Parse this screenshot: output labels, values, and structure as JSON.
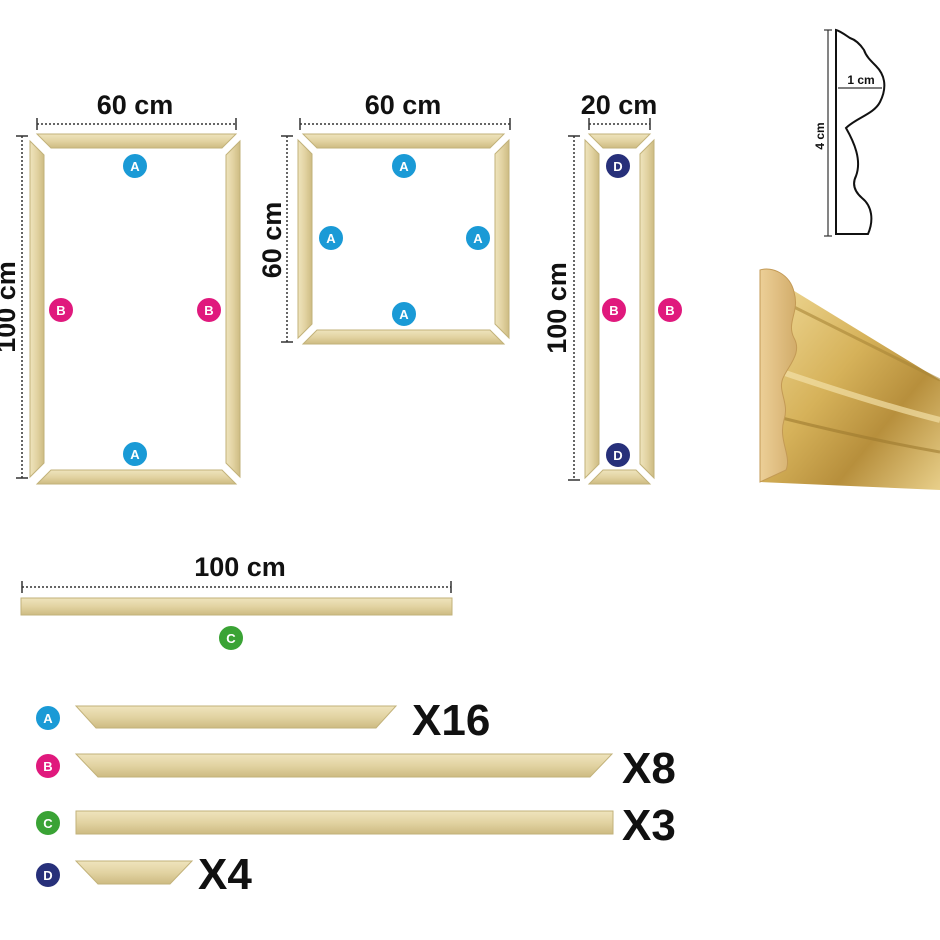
{
  "colors": {
    "A": "#1a9ad6",
    "B": "#e0197d",
    "C": "#3aa335",
    "D": "#27307a",
    "wood": "#e5d8ad",
    "wood_edge": "#c2b27a",
    "dim_line": "#333333"
  },
  "frames": {
    "rect_tall": {
      "width_label": "60 cm",
      "height_label": "100 cm"
    },
    "square": {
      "width_label": "60 cm",
      "height_label": "60 cm"
    },
    "narrow": {
      "width_label": "20 cm",
      "height_label": "100 cm"
    }
  },
  "profile": {
    "width_label": "1 cm",
    "height_label": "4 cm"
  },
  "long_bar": {
    "length_label": "100 cm"
  },
  "badges": {
    "A": "A",
    "B": "B",
    "C": "C",
    "D": "D"
  },
  "pieces": [
    {
      "badge": "A",
      "quantity": "X16"
    },
    {
      "badge": "B",
      "quantity": "X8"
    },
    {
      "badge": "C",
      "quantity": "X3"
    },
    {
      "badge": "D",
      "quantity": "X4"
    }
  ]
}
